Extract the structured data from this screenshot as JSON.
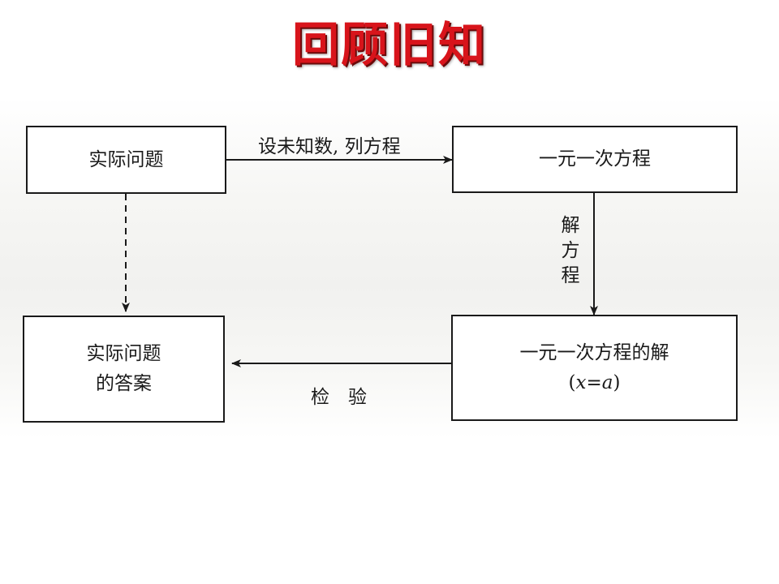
{
  "title": "回顾旧知",
  "boxes": {
    "practical_problem": "实际问题",
    "linear_equation": "一元一次方程",
    "equation_solution": {
      "line1": "一元一次方程的解",
      "sol_open": "(",
      "sol_var": "x",
      "sol_eq": "=",
      "sol_val": "a",
      "sol_close": ")"
    },
    "problem_answer": {
      "line1": "实际问题",
      "line2": "的答案"
    }
  },
  "arrows": {
    "set_unknown": "设未知数, 列方程",
    "solve": [
      "解",
      "方",
      "程"
    ],
    "verify": "检　验"
  },
  "colors": {
    "title": "#d8141b",
    "line": "#1a1a1a"
  }
}
